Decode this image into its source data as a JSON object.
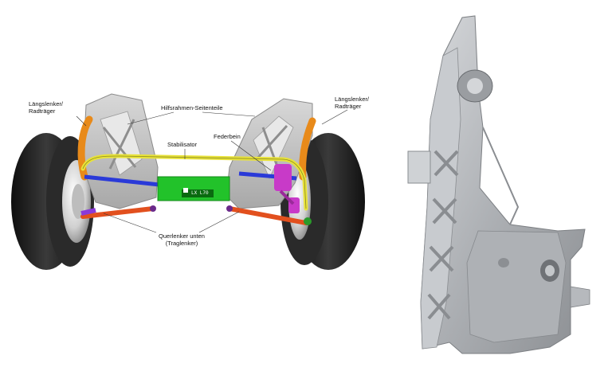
{
  "labels": {
    "trailing_arm_left": [
      "Längslenker/",
      "Radträger"
    ],
    "trailing_arm_right": [
      "Längslenker/",
      "Radträger"
    ],
    "subframe_side": "Hilfsrahmen-Seitenteile",
    "strut": "Federbein",
    "stabilizer": "Stabilisator",
    "lower_wishbone": [
      "Querlenker unten",
      "(Traglenker)"
    ]
  },
  "unit_tag": "LX L70",
  "colors": {
    "trailing_arm": "#e88a1a",
    "stabilizer": "#e8e23a",
    "subframe_center": "#22c22a",
    "lower_wishbone": "#e2501e",
    "spring": "#c83ac8",
    "tie_rod": "#2a3ad8",
    "casting": "#b9bcc0",
    "tire": "#1c1c1c"
  }
}
